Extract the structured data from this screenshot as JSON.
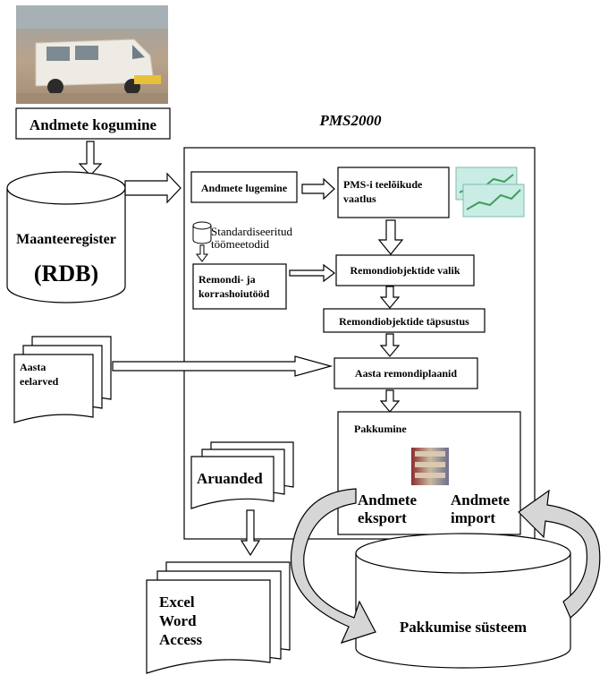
{
  "collection_label": "Andmete kogumine",
  "system_title": "PMS2000",
  "database": {
    "name": "Maanteeregister",
    "abbr": "(RDB)"
  },
  "boxes": {
    "read_data": "Andmete lugemine",
    "pms_view": [
      "PMS-i teelõikude",
      "vaatlus"
    ],
    "standard_methods": [
      "Standardiseeritud",
      "töömeetodid"
    ],
    "repair_works": [
      "Remondi- ja",
      "korrashoiutööd"
    ],
    "object_selection": "Remondiobjektide valik",
    "object_refinement": "Remondiobjektide täpsustus",
    "annual_plans": "Aasta remondiplaanid"
  },
  "budget_doc": [
    "Aasta",
    "eelarved"
  ],
  "reports_doc": "Aruanded",
  "office_doc": [
    "Excel",
    "Word",
    "Access"
  ],
  "tender": {
    "title": "Pakkumine",
    "export": [
      "Andmete",
      "eksport"
    ],
    "import": [
      "Andmete",
      "import"
    ]
  },
  "tender_system": "Pakkumise süsteem",
  "colors": {
    "van_body": "#ece8e0",
    "van_bg": "#b59f88",
    "van_accent": "#e8c13a",
    "chart_bg": "#c9ece4",
    "chart_line": "#3f9e5a",
    "loop_fill": "#d6d6d6"
  }
}
